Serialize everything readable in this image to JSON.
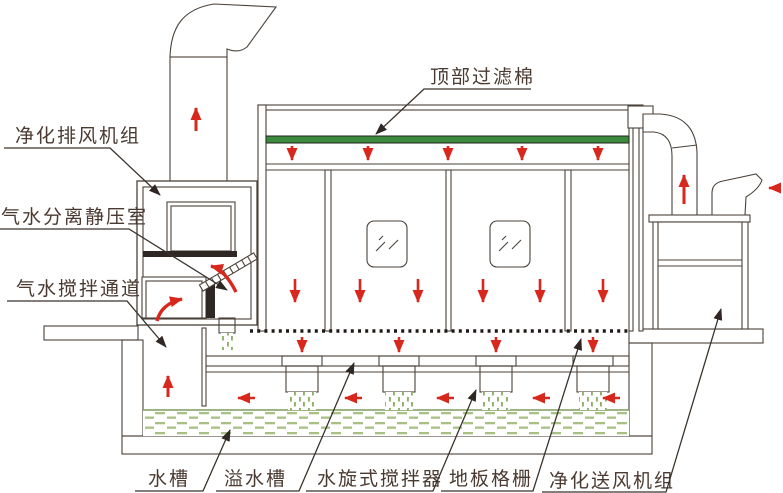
{
  "diagram": {
    "kind": "technical-schematic",
    "labels": {
      "top_filter": "顶部过滤棉",
      "exhaust_unit": "净化排风机组",
      "separator_chamber": "气水分离静压室",
      "mixing_channel": "气水搅拌通道",
      "water_tank": "水槽",
      "overflow_tank": "溢水槽",
      "water_spin_mixer": "水旋式搅拌器",
      "floor_grille": "地板格栅",
      "supply_unit": "净化送风机组"
    },
    "colors": {
      "line": "#4b423a",
      "label_text": "#4a3a31",
      "arrow_red": "#d8271d",
      "filter_green": "#3b8a3d",
      "water_green": "#a8c183",
      "spray_green": "#8fb06b",
      "background": "#ffffff"
    }
  }
}
